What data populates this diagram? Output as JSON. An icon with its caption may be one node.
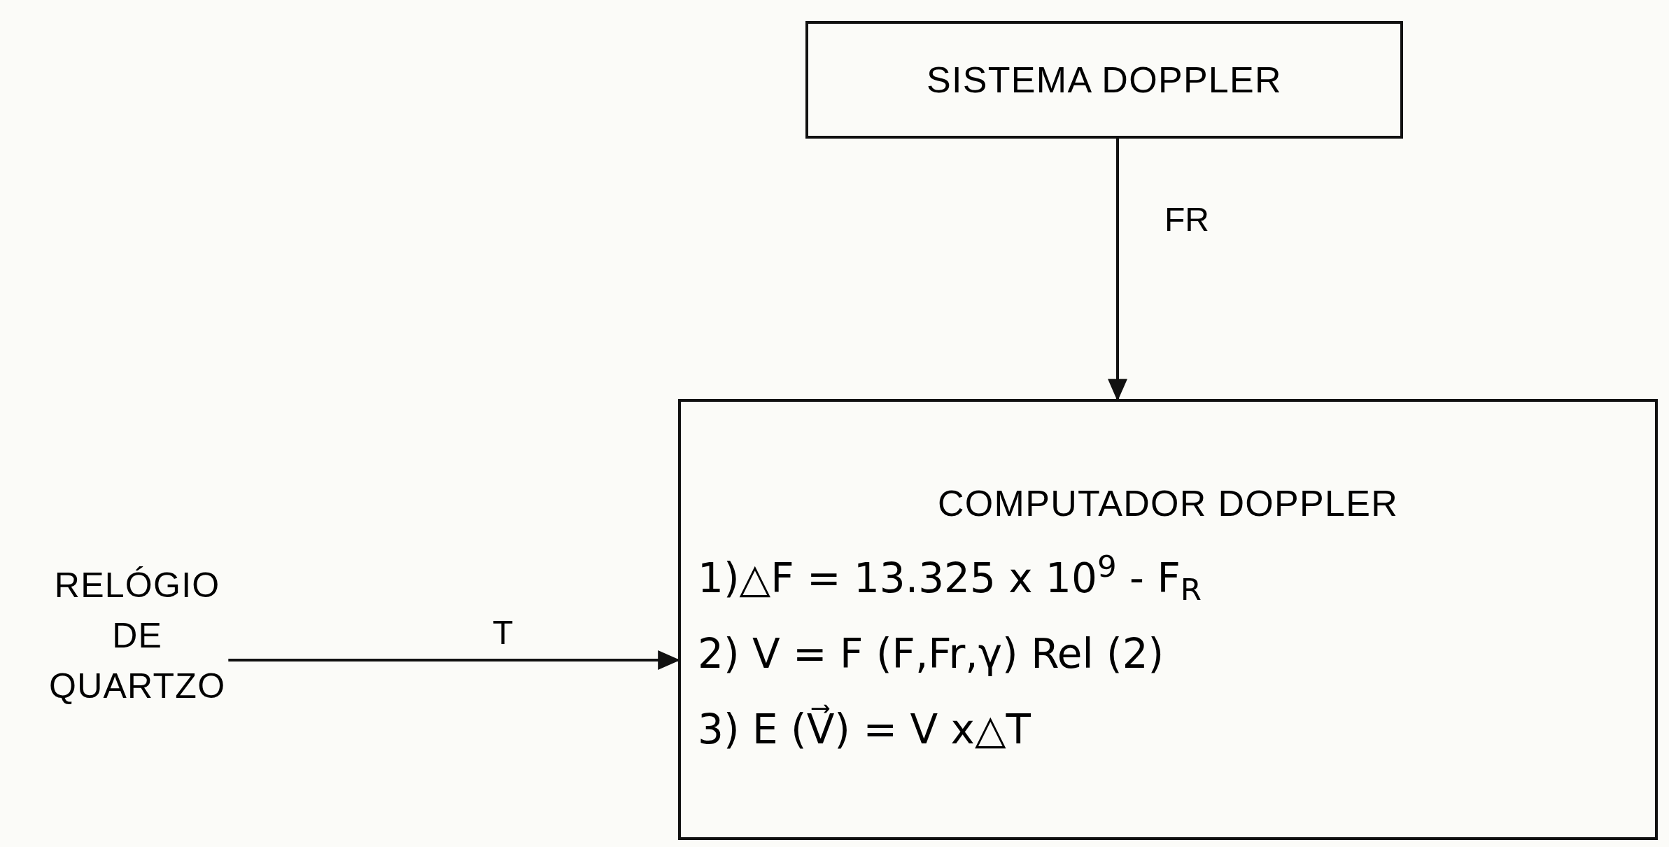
{
  "diagram": {
    "nodes": [
      {
        "text": [
          "SISTEMA DOPPLER"
        ]
      },
      {
        "text": [
          "COMPUTADOR DOPPLER",
          "1)△F = 13.325 x 10$^{9}$ - F$_{R}$",
          "2) V = F (F,Fr,γ) Rel (2)",
          "3) E (V⃗) = V x△T"
        ]
      },
      {
        "text": [
          "RELÓGIO DE QUARTZO"
        ]
      }
    ],
    "edges": [
      {
        "from": 0,
        "to": 1,
        "arrow": "to",
        "label": "FR"
      },
      {
        "from": 2,
        "to": 1,
        "arrow": "to",
        "label": "T"
      }
    ]
  }
}
